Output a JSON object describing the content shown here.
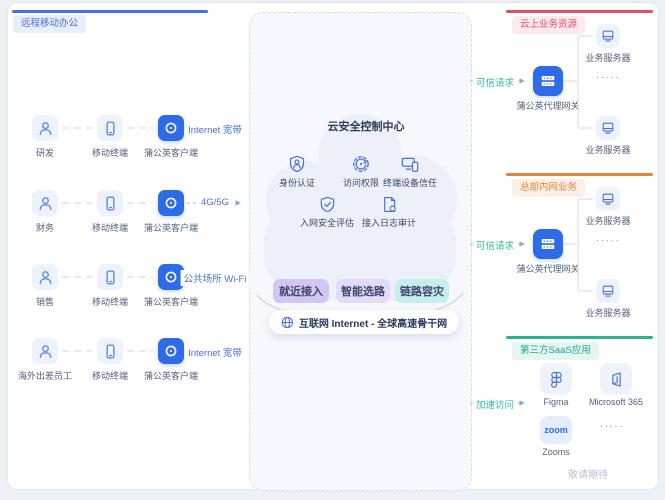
{
  "left_panel": {
    "title": "远程移动办公",
    "accent": "#4a6fe0",
    "rows": [
      {
        "user": "研发",
        "device": "移动终端",
        "client": "蒲公英客户端",
        "link": "Internet 宽带"
      },
      {
        "user": "财务",
        "device": "移动终端",
        "client": "蒲公英客户端",
        "link": "4G/5G"
      },
      {
        "user": "销售",
        "device": "移动终端",
        "client": "蒲公英客户端",
        "link": "公共场所 Wi-Fi"
      },
      {
        "user": "海外出差员工",
        "device": "移动终端",
        "client": "蒲公英客户端",
        "link": "Internet 宽带"
      }
    ]
  },
  "cloud": {
    "title": "云安全控制中心",
    "features": [
      "身份认证",
      "访问权限",
      "终端设备信任",
      "入网安全评估",
      "接入日志审计"
    ],
    "buttons": [
      "就近接入",
      "智能选路",
      "链路容灾"
    ],
    "backbone": "互联网 Internet - 全球高速骨干网"
  },
  "links": {
    "trusted_request": "可信请求",
    "accelerated_access": "加速访问"
  },
  "cloud_resources": {
    "title": "云上业务资源",
    "accent": "#e25064",
    "gateway": "蒲公英代理网关",
    "server_top": "业务服务器",
    "ellipsis": "·····",
    "server_bottom": "业务服务器"
  },
  "hq_intranet": {
    "title": "总部内网业务",
    "accent": "#e2833e",
    "gateway": "蒲公英代理网关",
    "server_top": "业务服务器",
    "ellipsis": "·····",
    "server_bottom": "业务服务器"
  },
  "saas": {
    "title": "第三方SaaS应用",
    "accent": "#2ab394",
    "apps": [
      {
        "name": "Figma"
      },
      {
        "name": "Microsoft 365"
      },
      {
        "name": "Zooms"
      }
    ],
    "zoom_badge": "zoom",
    "ellipsis": "·····",
    "coming_soon": "敬请期待"
  },
  "colors": {
    "accent_blue": "#4a6fe0",
    "client_blue": "#2e6be6",
    "accent_red": "#e25064",
    "accent_orange": "#e2833e",
    "accent_green": "#2ab394",
    "teal_label": "#2fbf9b"
  }
}
